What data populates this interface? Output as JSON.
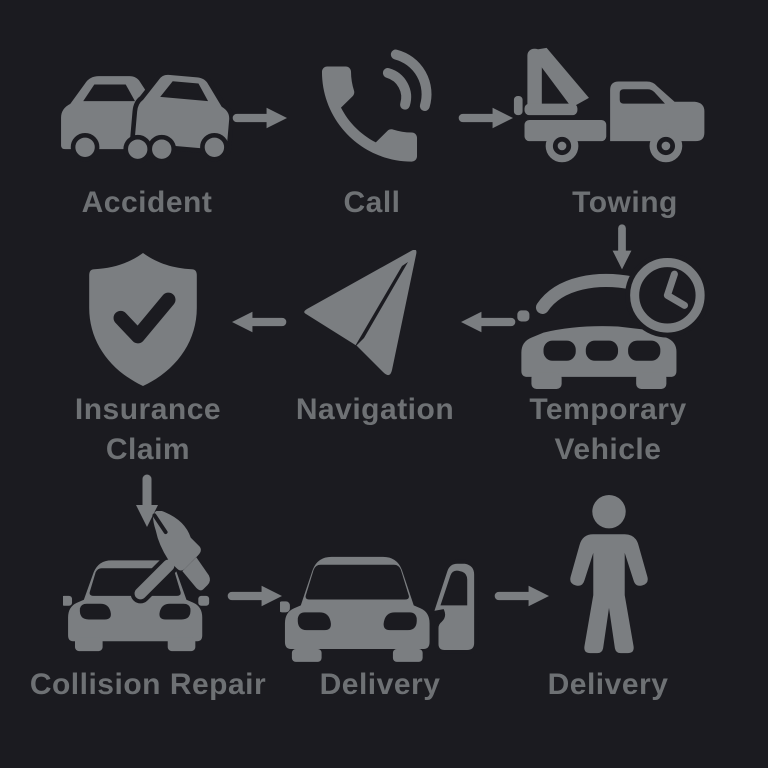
{
  "palette": {
    "background": "#1b1b20",
    "icon_color": "#7b7e81",
    "label_color": "#6e7174"
  },
  "steps": {
    "accident": {
      "label": "Accident",
      "icon": "car-crash-icon"
    },
    "call": {
      "label": "Call",
      "icon": "phone-icon"
    },
    "towing": {
      "label": "Towing",
      "icon": "tow-truck-icon"
    },
    "temporary_vehicle": {
      "label": "Temporary Vehicle",
      "icon": "car-clock-icon"
    },
    "navigation": {
      "label": "Navigation",
      "icon": "paper-plane-icon"
    },
    "insurance_claim": {
      "label": "Insurance Claim",
      "icon": "shield-check-icon"
    },
    "collision_repair": {
      "label": "Collision Repair",
      "icon": "car-hammer-icon"
    },
    "delivery_vehicle": {
      "label": "Delivery",
      "icon": "car-open-door-icon"
    },
    "delivery_person": {
      "label": "Delivery",
      "icon": "person-icon"
    }
  },
  "arrows": {
    "count": 8,
    "directions": [
      "right",
      "right",
      "down",
      "left",
      "left",
      "down",
      "right",
      "right"
    ]
  }
}
